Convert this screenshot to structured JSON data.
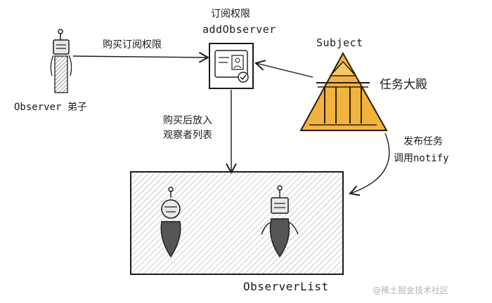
{
  "labels": {
    "observer_label": "Observer 弟子",
    "subscribe_edge": "购买订阅权限",
    "subscribe_title": "订阅权限",
    "subscribe_method": "addObserver",
    "subject_label": "Subject",
    "subject_name": "任务大殿",
    "add_to_list_line1": "购买后放入",
    "add_to_list_line2": "观察者列表",
    "notify_line1": "发布任务",
    "notify_line2": "调用notify",
    "list_label": "ObserverList",
    "watermark": "@稀土掘金技术社区"
  },
  "colors": {
    "ink": "#1a1a1a",
    "hatch": "#9a9a9a",
    "temple_fill": "#f2b33d",
    "temple_stroke": "#2a1d0a"
  }
}
